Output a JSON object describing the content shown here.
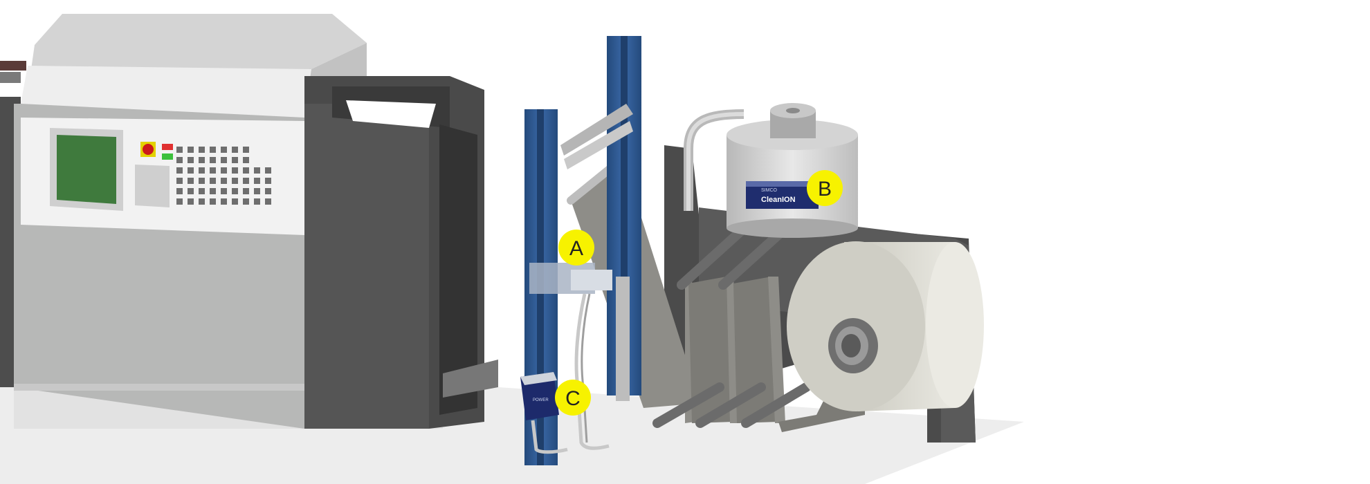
{
  "callouts": {
    "a": {
      "label": "A"
    },
    "b": {
      "label": "B"
    },
    "c": {
      "label": "C"
    }
  },
  "vacuum_unit": {
    "brand_top": "SIMCO",
    "brand_name": "CleanION"
  },
  "colors": {
    "callout_fill": "#f7f200",
    "steel_blue": "#2f5a93",
    "machine_light": "#b7b8b7",
    "machine_dark": "#4a4a4a",
    "web_grey": "#8e8d88",
    "roll_cream": "#d9d8cf",
    "hmi_green": "#3f7a3d",
    "floor": "#ededed"
  }
}
